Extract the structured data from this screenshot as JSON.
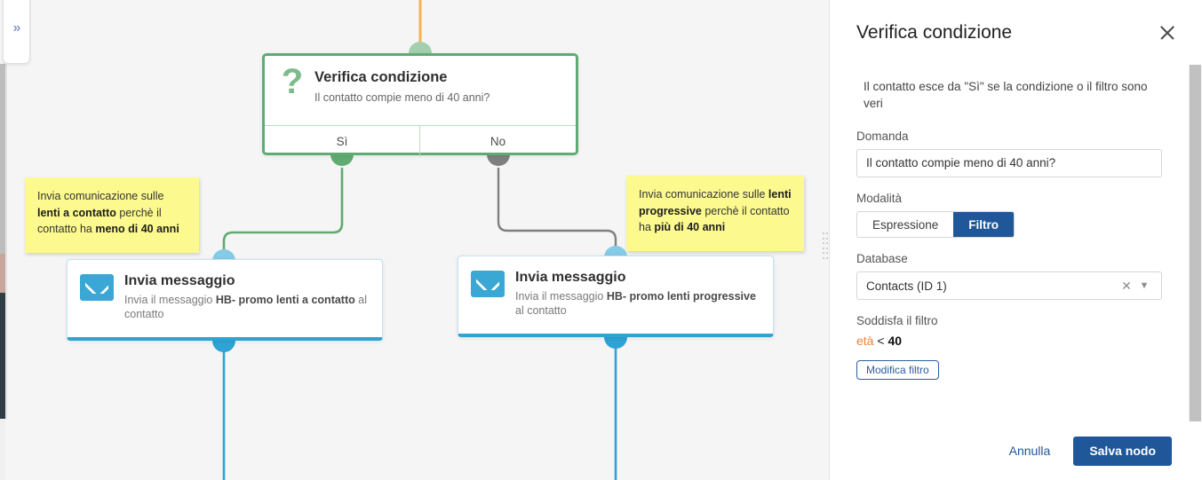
{
  "canvas": {
    "expand_button_icon": "double-chevron-right-icon",
    "condition_node": {
      "icon": "question-mark-icon",
      "title": "Verifica condizione",
      "subtitle": "Il contatto compie meno di 40 anni?",
      "branch_yes": "Sì",
      "branch_no": "No",
      "border_color": "#5fab71"
    },
    "message_node_left": {
      "icon": "envelope-icon",
      "title": "Invia messaggio",
      "sub_prefix": "Invia il messaggio ",
      "sub_bold": "HB- promo lenti a contatto",
      "sub_suffix": " al contatto",
      "accent_color": "#2ea3d4"
    },
    "message_node_right": {
      "icon": "envelope-icon",
      "title": "Invia messaggio",
      "sub_prefix": "Invia il messaggio ",
      "sub_bold": "HB- promo lenti progressive",
      "sub_suffix": " al contatto",
      "accent_color": "#2ea3d4"
    },
    "note_left": {
      "p1": "Invia comunicazione sulle ",
      "b1": "lenti a contatto",
      "p2": " perchè il contatto ha ",
      "b2": "meno di 40 anni",
      "color": "#fcfa8f"
    },
    "note_right": {
      "p1": "Invia comunicazione sulle ",
      "b1": "lenti progressive",
      "p2": " perchè il contatto ha ",
      "b2": "più di 40 anni",
      "color": "#fcfa8f"
    },
    "edge_colors": {
      "incoming": "#f5b351",
      "yes_branch": "#5fab71",
      "no_branch": "#808080",
      "outgoing": "#2ea3d4"
    }
  },
  "panel": {
    "title": "Verifica condizione",
    "close_icon": "close-icon",
    "grip_icon": "drag-grip-icon",
    "description": "Il contatto esce da \"Sì\" se la condizione o il filtro sono veri",
    "question": {
      "label": "Domanda",
      "value": "Il contatto compie meno di 40 anni?"
    },
    "mode": {
      "label": "Modalità",
      "options": [
        "Espressione",
        "Filtro"
      ],
      "selected": "Filtro",
      "active_color": "#1f5799"
    },
    "database": {
      "label": "Database",
      "value": "Contacts (ID 1)",
      "clear_icon": "clear-x-icon",
      "caret_icon": "chevron-down-icon"
    },
    "filter": {
      "label": "Soddisfa il filtro",
      "field": "età",
      "operator": "<",
      "value": "40",
      "field_color": "#e8843a",
      "edit_button": "Modifica filtro"
    },
    "footer": {
      "cancel": "Annulla",
      "save": "Salva nodo"
    }
  }
}
